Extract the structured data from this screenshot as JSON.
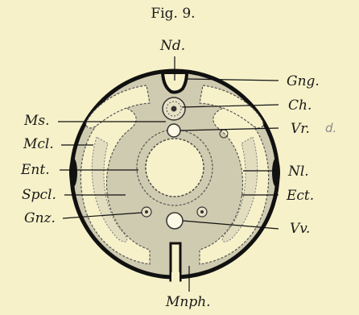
{
  "figure": {
    "title": "Fig. 9.",
    "labels": {
      "nd": "Nd.",
      "gng": "Gng.",
      "ch": "Ch.",
      "ms": "Ms.",
      "vr": "Vr.",
      "mcl": "Mcl.",
      "nl": "Nl.",
      "ent": "Ent.",
      "spcl": "Spcl.",
      "ect": "Ect.",
      "gnz": "Gnz.",
      "vv": "Vv.",
      "mnph": "Mnph."
    },
    "pencil_mark": "d.",
    "colors": {
      "paper": "#f6f1c9",
      "ink": "#1a1a1a",
      "tissue": "#cfcbb0",
      "cavity": "#f6f1c9"
    }
  }
}
